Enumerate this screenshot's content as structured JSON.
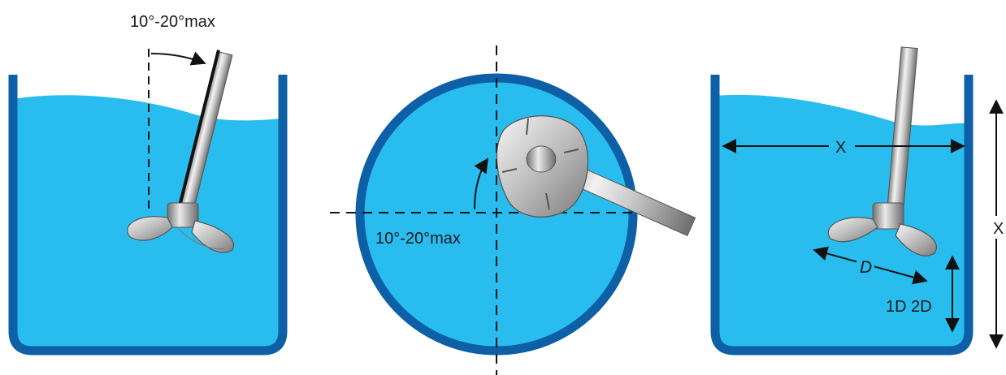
{
  "colors": {
    "liquid": "#29BDEF",
    "tank_wall": "#0D5FA6",
    "shaft_light": "#EEEEEE",
    "shaft_dark": "#8A8A8A",
    "line": "#111111",
    "background": "#FFFFFF"
  },
  "left_panel": {
    "angle_label": "10°-20°max"
  },
  "center_panel": {
    "angle_label": "10°-20°max"
  },
  "right_panel": {
    "width_label": "X",
    "height_label": "X",
    "diameter_label": "D",
    "clearance_label": "1D 2D"
  }
}
